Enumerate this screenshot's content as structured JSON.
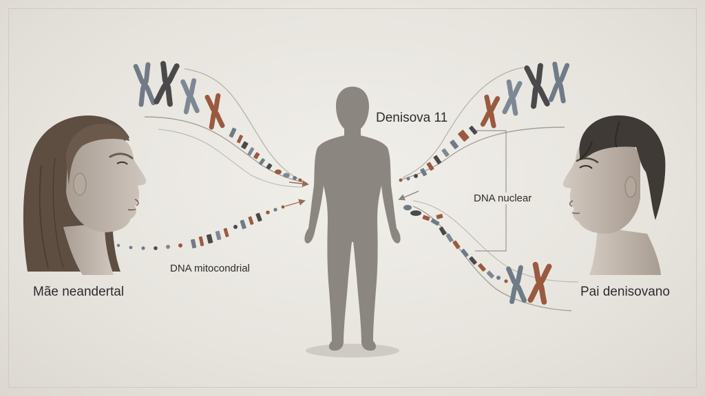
{
  "labels": {
    "mother": "Mãe neandertal",
    "father": "Pai denisovano",
    "child": "Denisova 11",
    "mito_dna": "DNA mitocondrial",
    "nuclear_dna": "DNA nuclear"
  },
  "colors": {
    "background": "#e9e7e1",
    "figure": "#8b8680",
    "chromosome_slate": "#6f7b87",
    "chromosome_dark": "#4a4a4a",
    "chromosome_rust": "#9a5a3f",
    "arrow": "#9a6a58",
    "text": "#2c2c2c"
  }
}
